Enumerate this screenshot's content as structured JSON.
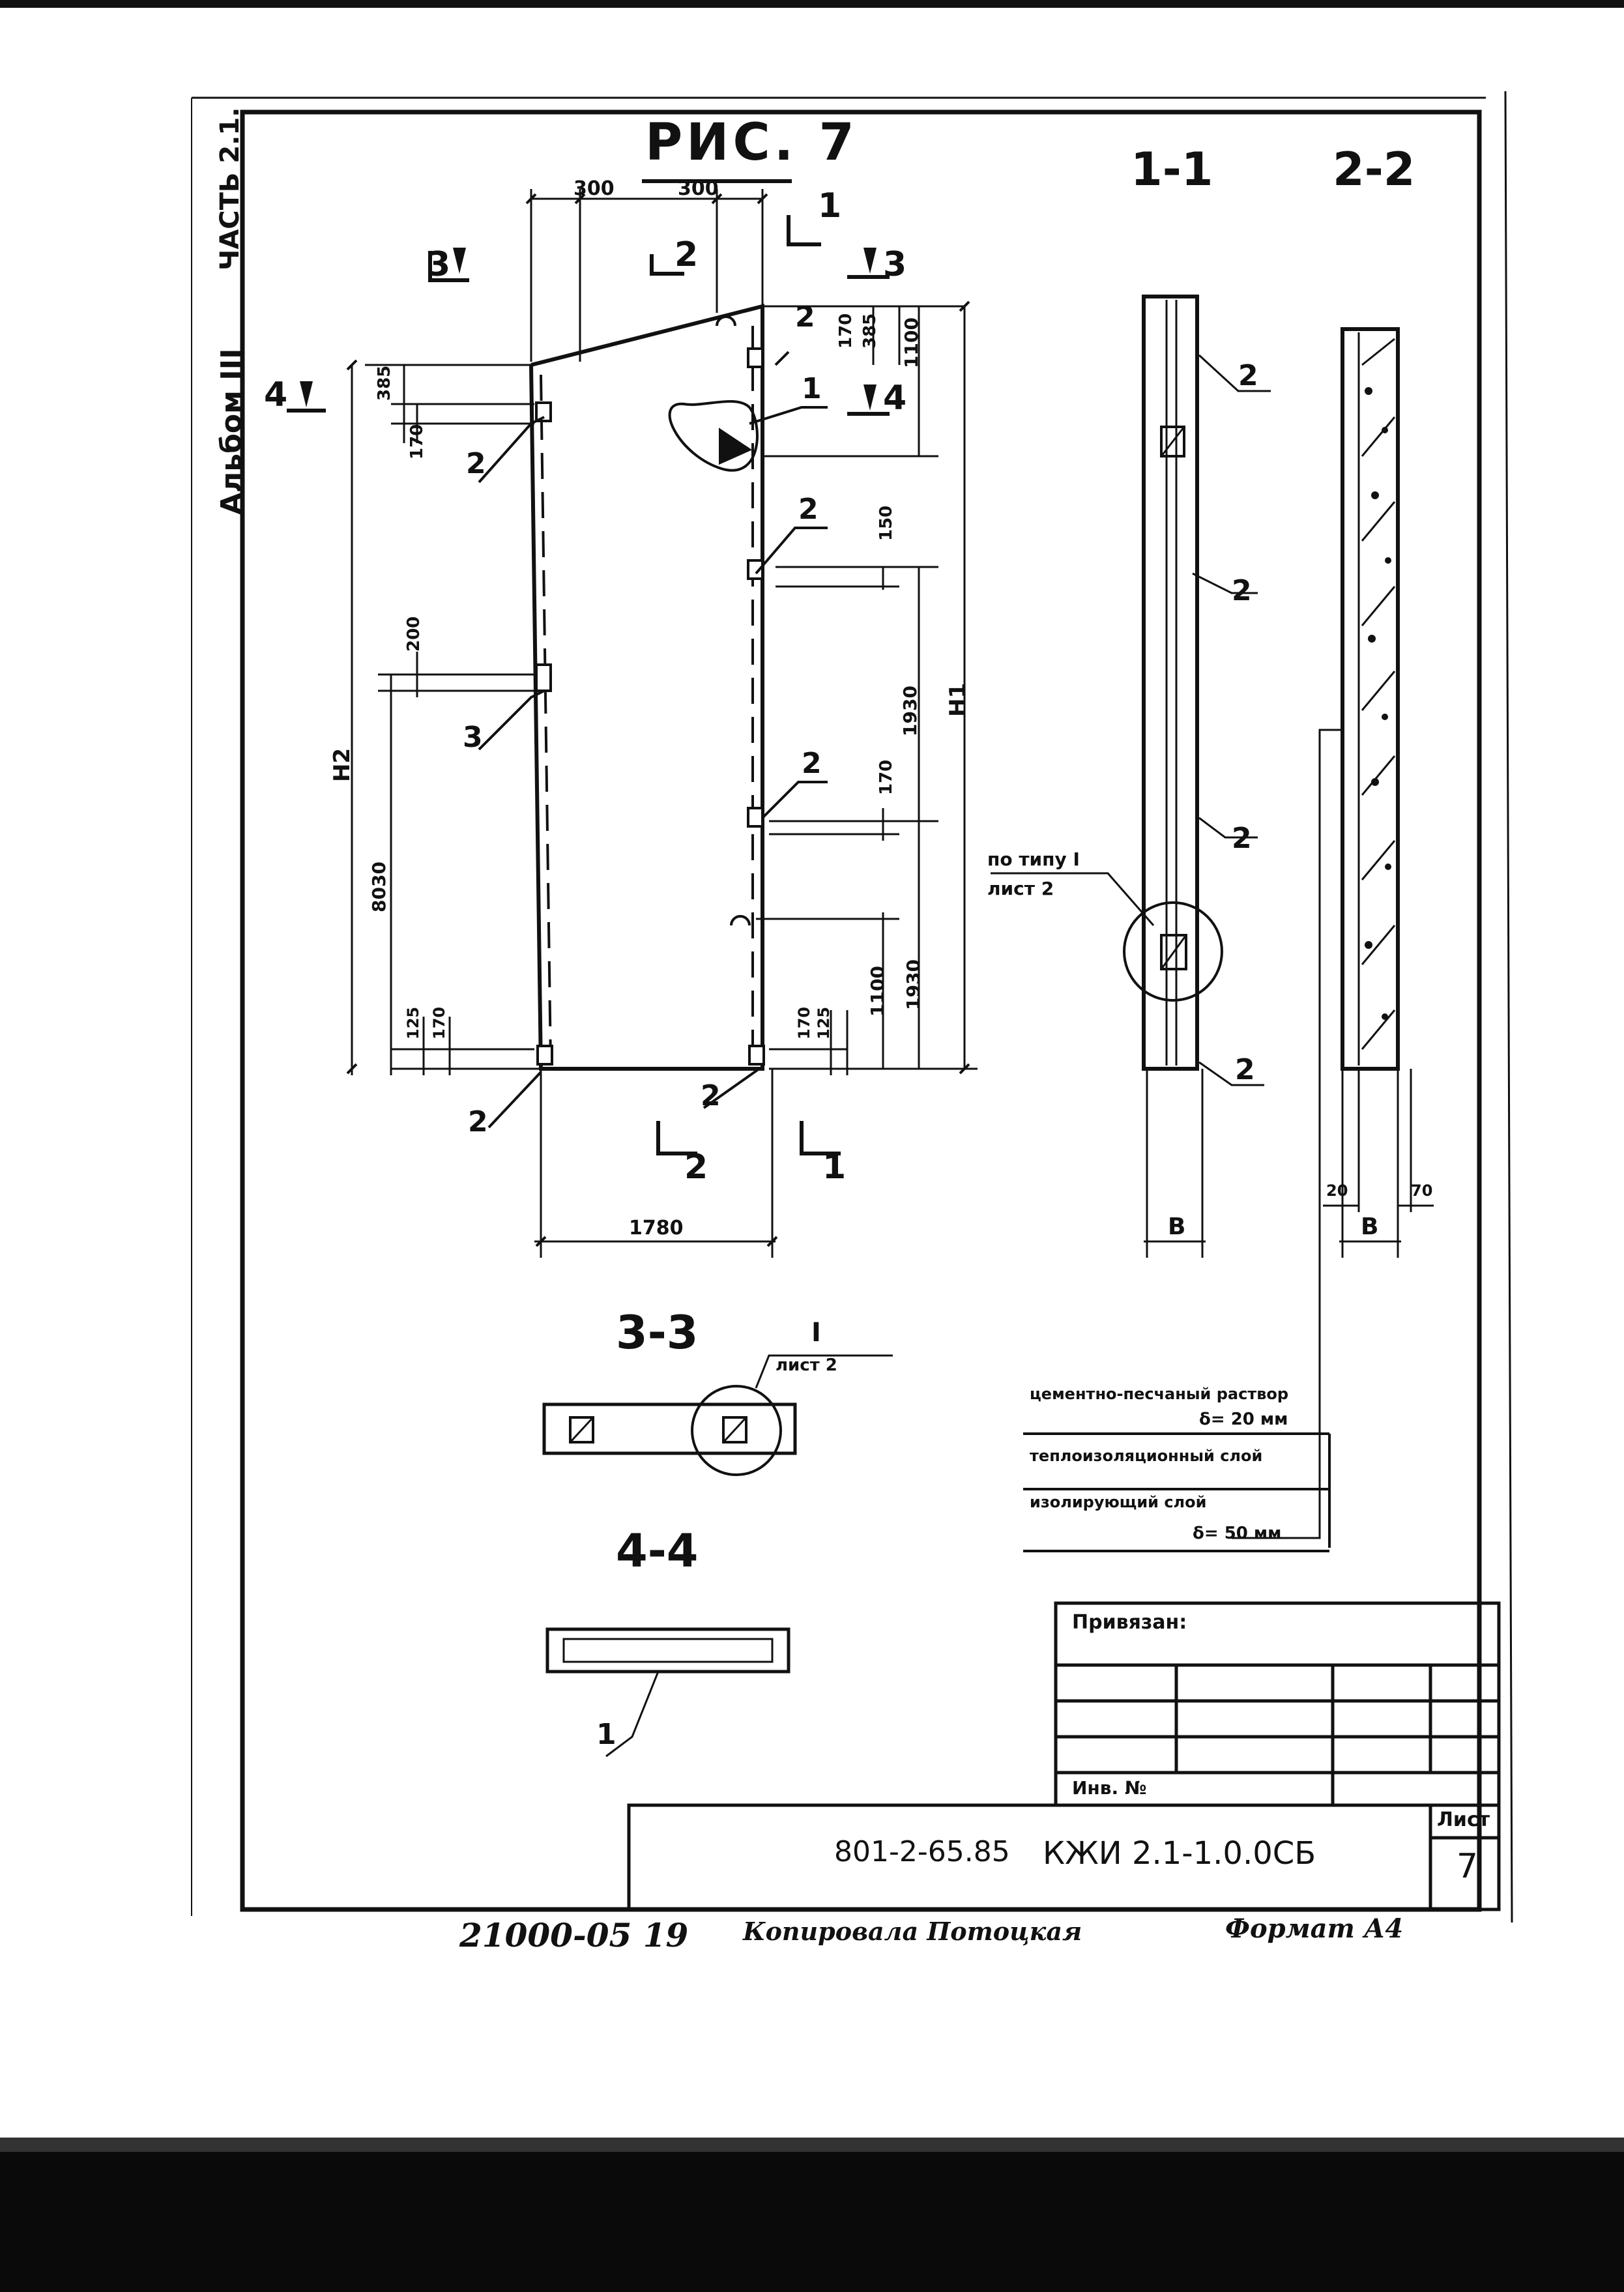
{
  "figure": {
    "title": "РИС. 7",
    "margin_album": "Альбом III",
    "margin_part": "ЧАСТЬ 2.1."
  },
  "section_titles": {
    "s11": "1-1",
    "s22": "2-2",
    "s33": "3-3",
    "s44": "4-4"
  },
  "section_marks": [
    "1",
    "2",
    "3",
    "4"
  ],
  "dimensions": {
    "top_left": "300",
    "top_right": "300",
    "width": "1780",
    "right_385": "385",
    "right_170": "170",
    "right_1100_top": "1100",
    "left_385": "385",
    "left_170": "170",
    "mid_150": "150",
    "left_200": "200",
    "height_1930_upper": "1930",
    "mid_170": "170",
    "height_8030": "8030",
    "height_1100_bottom": "1100",
    "height_1930_lower": "1930",
    "bottom_125_left": "125",
    "bottom_170_left": "170",
    "bottom_170_right": "170",
    "bottom_125_right": "125",
    "H1": "H1",
    "H2": "H2",
    "B_section": "B",
    "B_layers": "B",
    "d20": "20",
    "d70": "70"
  },
  "callouts": {
    "c1": "1",
    "c2": "2",
    "c3": "3",
    "node_ref": "по типу I",
    "node_sheet": "лист 2",
    "node_I": "I",
    "node_I_sheet": "лист 2"
  },
  "layers": [
    {
      "name": "цементно-песчаный раствор",
      "thickness": "δ= 20 мм"
    },
    {
      "name": "теплоизоляционный слой",
      "thickness": ""
    },
    {
      "name": "изолирующий слой",
      "thickness": "δ= 50 мм"
    }
  ],
  "stamp": {
    "bound_label": "Привязан:",
    "inv_label": "Инв. №",
    "code": "801-2-65.85",
    "designation": "КЖИ 2.1-1.0.0СБ",
    "sheet_label": "Лист",
    "sheet_number": "7"
  },
  "footer": {
    "order": "21000-05 19",
    "copied_by": "Копировала Потоцкая",
    "format": "Формат А4"
  }
}
